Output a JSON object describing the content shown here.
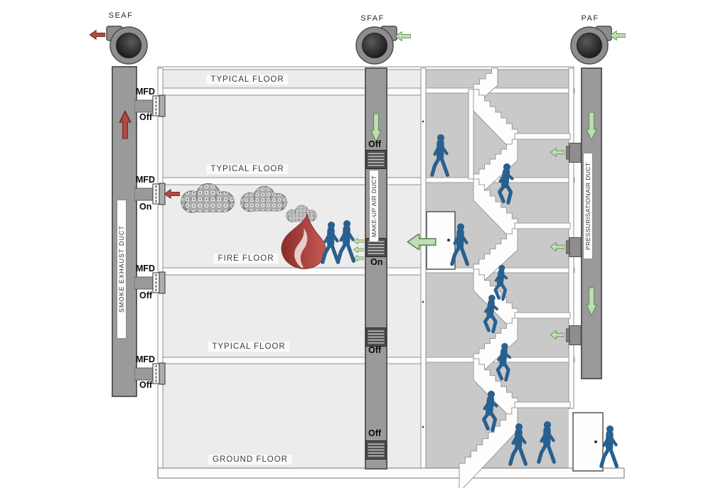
{
  "fans": [
    {
      "id": "seaf",
      "label": "SEAF",
      "flow": "exhaust"
    },
    {
      "id": "sfaf",
      "label": "SFAF",
      "flow": "supply"
    },
    {
      "id": "paf",
      "label": "PAF",
      "flow": "supply"
    }
  ],
  "ducts": {
    "smoke_exhaust": {
      "label": "SMOKE EXHAUST DUCT"
    },
    "make_up": {
      "label": "MAKE-UP AIR DUCT"
    },
    "pressurisation": {
      "label": "PRESSURISATIONAIR DUCT"
    }
  },
  "floors": [
    {
      "label": "TYPICAL FLOOR"
    },
    {
      "label": "TYPICAL FLOOR"
    },
    {
      "label": "FIRE FLOOR"
    },
    {
      "label": "TYPICAL FLOOR"
    },
    {
      "label": "GROUND FLOOR"
    }
  ],
  "smoke_dampers": [
    {
      "label": "MFD",
      "state": "Off"
    },
    {
      "label": "MFD",
      "state": "On"
    },
    {
      "label": "MFD",
      "state": "Off"
    },
    {
      "label": "MFD",
      "state": "Off"
    }
  ],
  "makeup_vents": [
    {
      "state": "Off"
    },
    {
      "state": "On"
    },
    {
      "state": "Off"
    },
    {
      "state": "Off"
    }
  ],
  "colors": {
    "exhaust_arrow": "#b24a42",
    "supply_arrow": "#bfdfb2",
    "people": "#28608f",
    "fire": "#b03a36",
    "duct": "#9a9a9a",
    "stairwell": "#c9c9c9",
    "room": "#ececec"
  }
}
